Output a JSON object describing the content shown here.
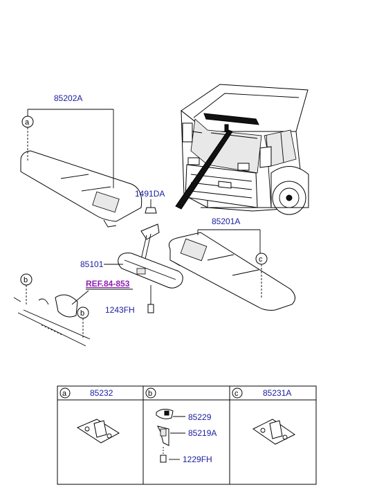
{
  "parts": {
    "visor_left": "85202A",
    "visor_right": "85201A",
    "nut": "1491DA",
    "mirror": "85101",
    "bolt": "1243FH",
    "reference": "REF.84-853"
  },
  "callouts": {
    "a": "a",
    "b": "b",
    "c": "c"
  },
  "legend_table": {
    "cells": [
      {
        "letter": "a",
        "part": "85232"
      },
      {
        "letter": "b",
        "part": ""
      },
      {
        "letter": "c",
        "part": "85231A"
      }
    ],
    "b_parts": [
      "85229",
      "85219A",
      "1229FH"
    ]
  }
}
